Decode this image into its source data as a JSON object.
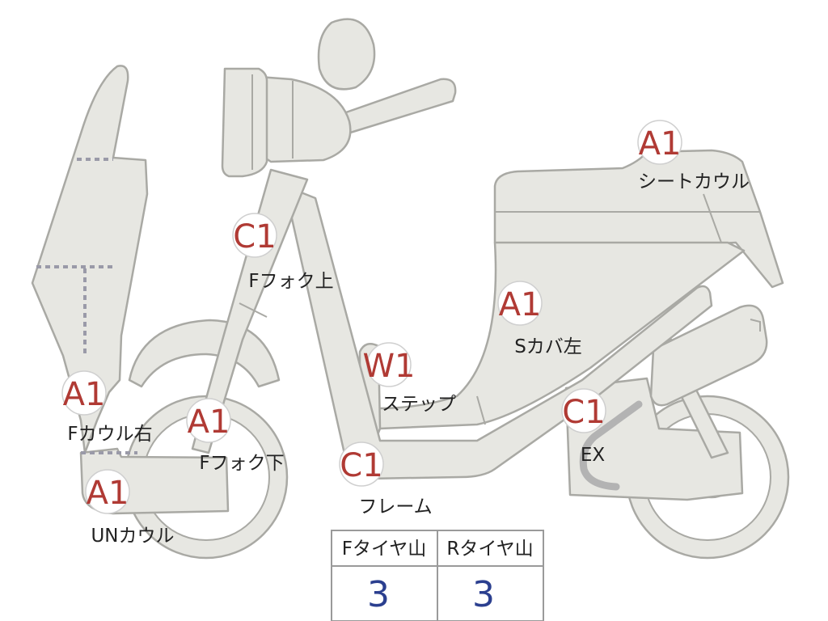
{
  "markers": [
    {
      "id": "seat-cowl",
      "grade": "A1",
      "label": "シートカウル"
    },
    {
      "id": "f-fork-upper",
      "grade": "C1",
      "label": "Fフォク上"
    },
    {
      "id": "s-cover-left",
      "grade": "A1",
      "label": "Sカバ左"
    },
    {
      "id": "step",
      "grade": "W1",
      "label": "ステップ"
    },
    {
      "id": "f-cowl-right",
      "grade": "A1",
      "label": "Fカウル右"
    },
    {
      "id": "f-fork-lower",
      "grade": "A1",
      "label": "Fフォク下"
    },
    {
      "id": "exhaust",
      "grade": "C1",
      "label": "EX"
    },
    {
      "id": "frame",
      "grade": "C1",
      "label": "フレーム"
    },
    {
      "id": "under-cowl",
      "grade": "A1",
      "label": "UNカウル"
    }
  ],
  "tire_table": {
    "headers": [
      "Fタイヤ山",
      "Rタイヤ山"
    ],
    "values": [
      "3",
      "3"
    ]
  },
  "colors": {
    "part_fill": "#e7e7e2",
    "part_stroke": "#a9a9a4",
    "grade_text": "#b03a34",
    "tire_value": "#2b3f8f",
    "table_border": "#9a9a9a"
  }
}
